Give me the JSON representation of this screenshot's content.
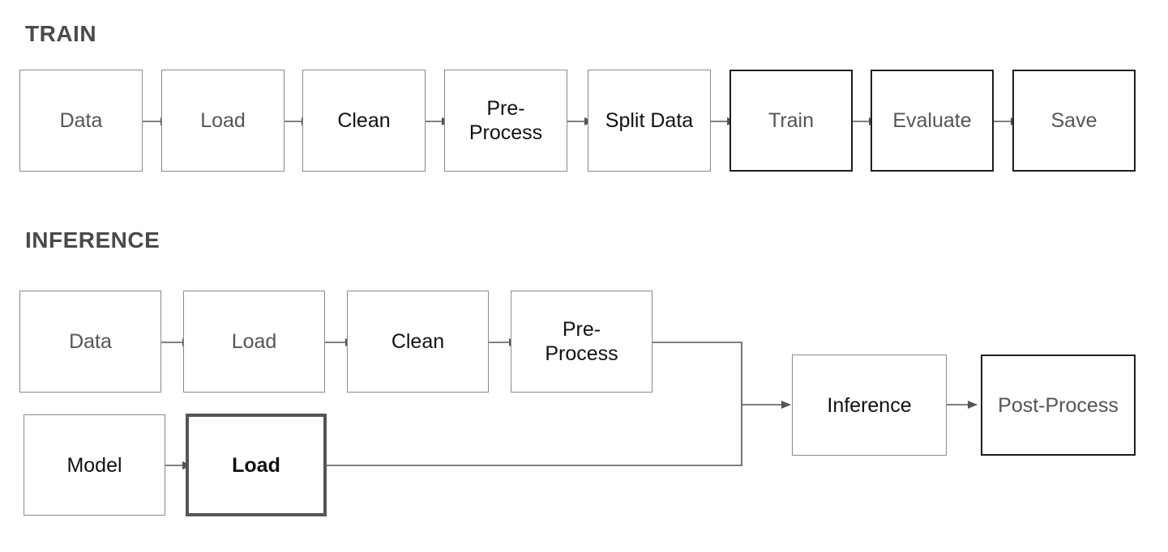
{
  "train": {
    "title": "TRAIN",
    "steps": [
      "Data",
      "Load",
      "Clean",
      "Pre-\nProcess",
      "Split Data",
      "Train",
      "Evaluate",
      "Save"
    ]
  },
  "inference": {
    "title": "INFERENCE",
    "data_row": [
      "Data",
      "Load",
      "Clean",
      "Pre-\nProcess"
    ],
    "model_row": [
      "Model",
      "Load"
    ],
    "inference_step": "Inference",
    "post_step": "Post-Process"
  },
  "colors": {
    "box_border": "#8a8a8a",
    "box_border_dark": "#1e1e1e",
    "highlight_border": "#555555",
    "arrow": "#555555",
    "title_text": "#4a4a4a"
  }
}
